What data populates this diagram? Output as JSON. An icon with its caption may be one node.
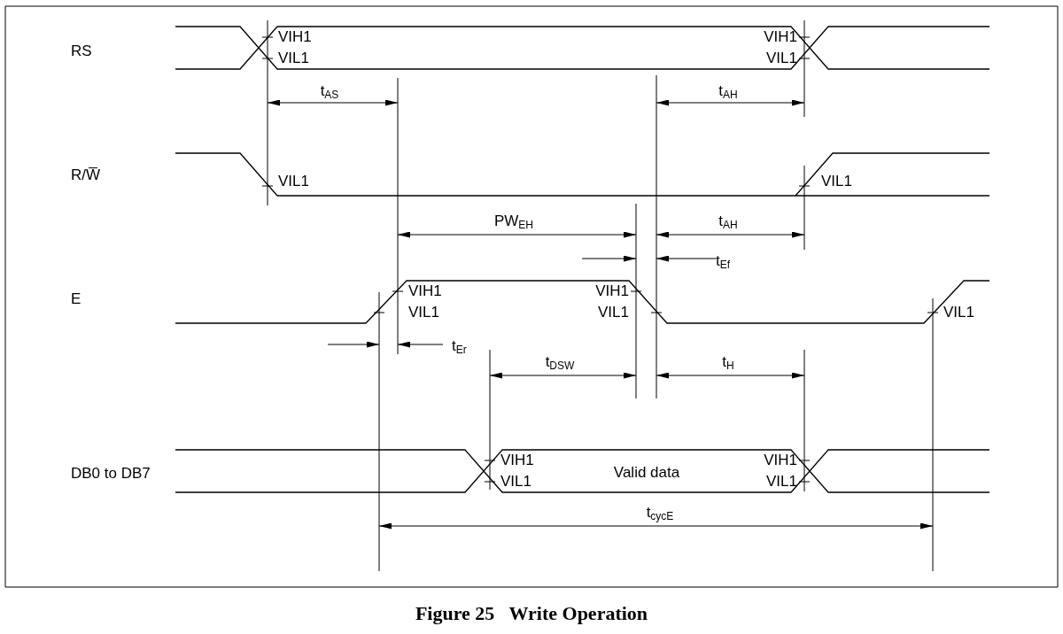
{
  "diagram": {
    "caption": "Figure 25   Write Operation",
    "labels": [
      "RS",
      "VIH1",
      "VIL1",
      "VIH1",
      "VIL1",
      "t$_{AS}$",
      "t$_{AH}$",
      "R/W̅",
      "VIL1",
      "VIL1",
      "PW$_{EH}$",
      "t$_{AH}$",
      "t$_{Ef}$",
      "E",
      "VIH1",
      "VIL1",
      "VIH1",
      "VIL1",
      "VIL1",
      "t$_{Er}$",
      "t$_{DSW}$",
      "t$_{H}$",
      "DB0 to DB7",
      "VIH1",
      "Valid data",
      "VIH1",
      "VIL1",
      "VIL1",
      "t$_{cycE}$"
    ]
  }
}
